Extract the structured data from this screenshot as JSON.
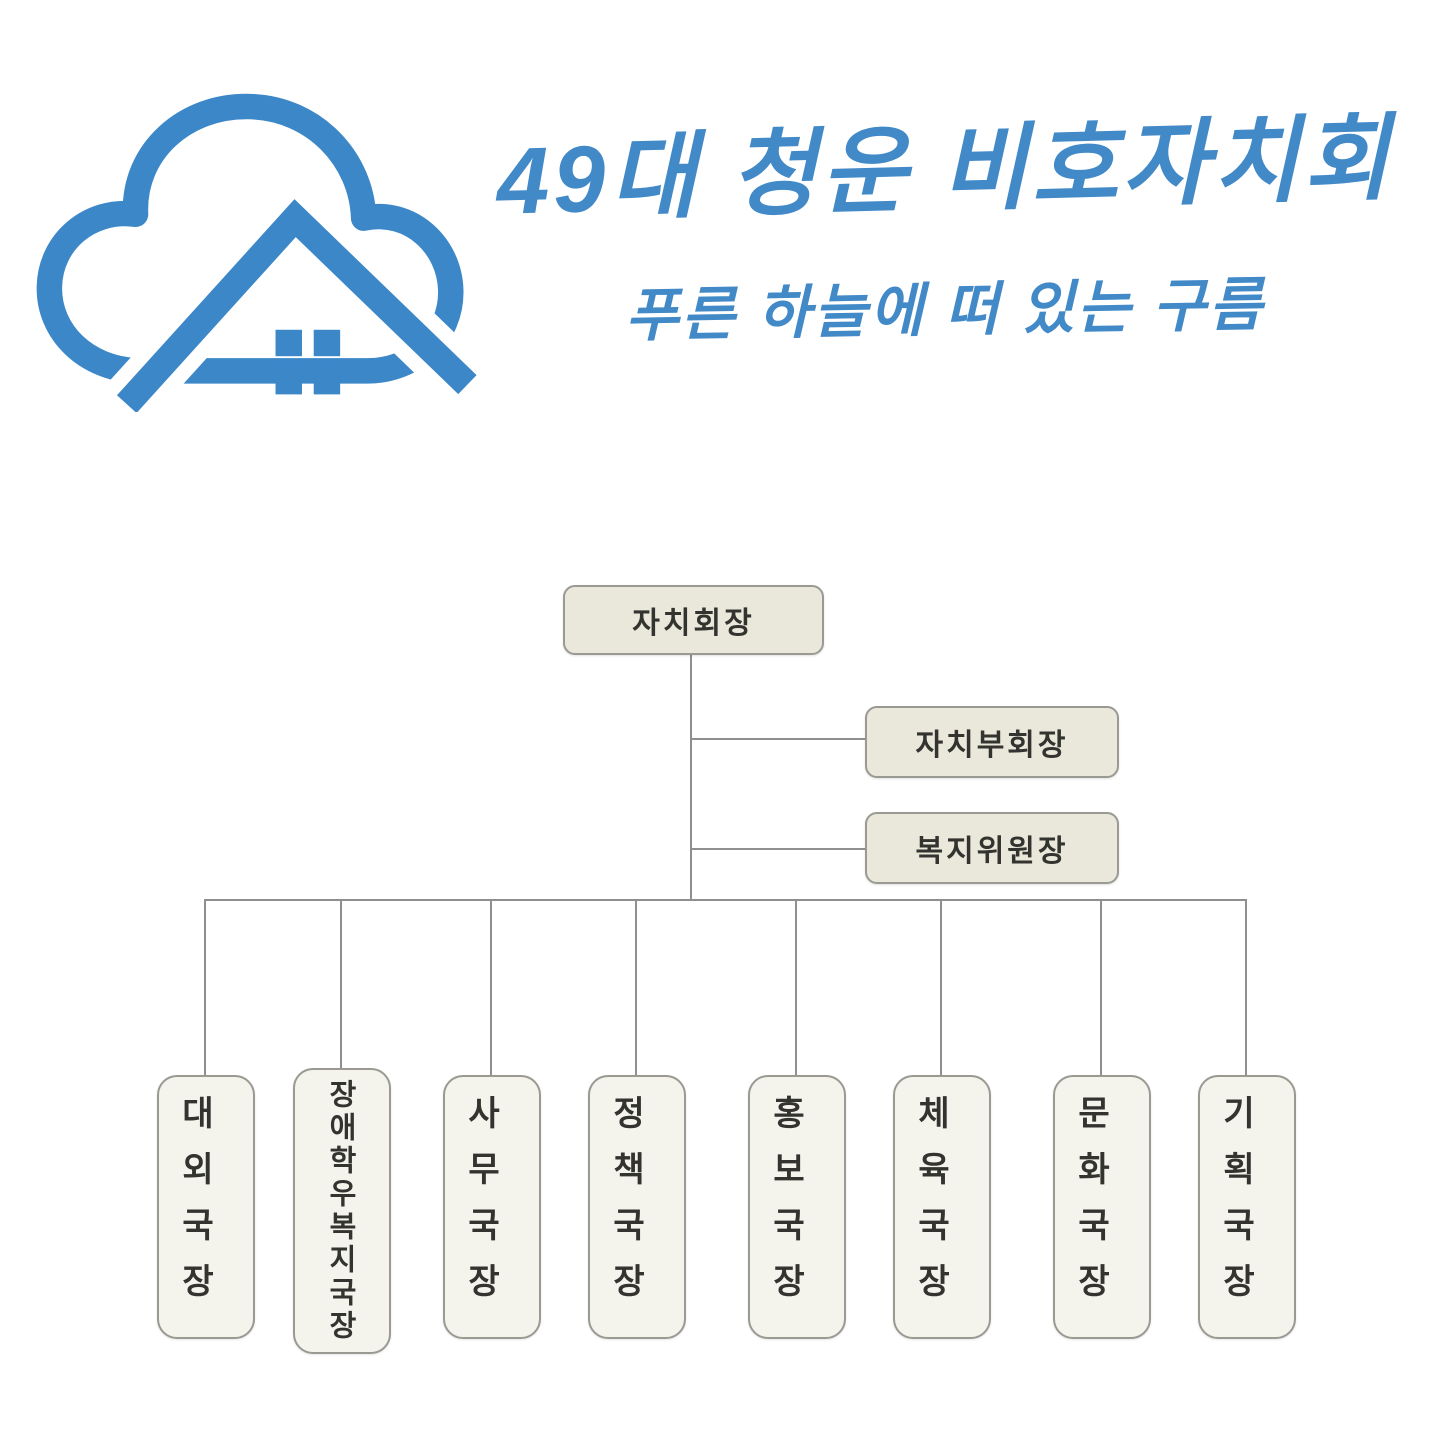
{
  "logo": {
    "description": "cloud-with-house-roof-logo",
    "color": "#3b87c8"
  },
  "header": {
    "title": "49대 청운 비호자치회",
    "subtitle": "푸른 하늘에 떠 있는 구름",
    "text_color": "#4289c7"
  },
  "org_chart": {
    "president": "자치회장",
    "vice_president": "자치부회장",
    "welfare_chair": "복지위원장",
    "box_fill": "#eae8db",
    "dept_fill": "#f4f3ec",
    "line_color": "#8f8f8f",
    "departments": [
      {
        "label": "대외국장"
      },
      {
        "label": "장애학우복지국장"
      },
      {
        "label": "사무국장"
      },
      {
        "label": "정책국장"
      },
      {
        "label": "홍보국장"
      },
      {
        "label": "체육국장"
      },
      {
        "label": "문화국장"
      },
      {
        "label": "기획국장"
      }
    ]
  }
}
